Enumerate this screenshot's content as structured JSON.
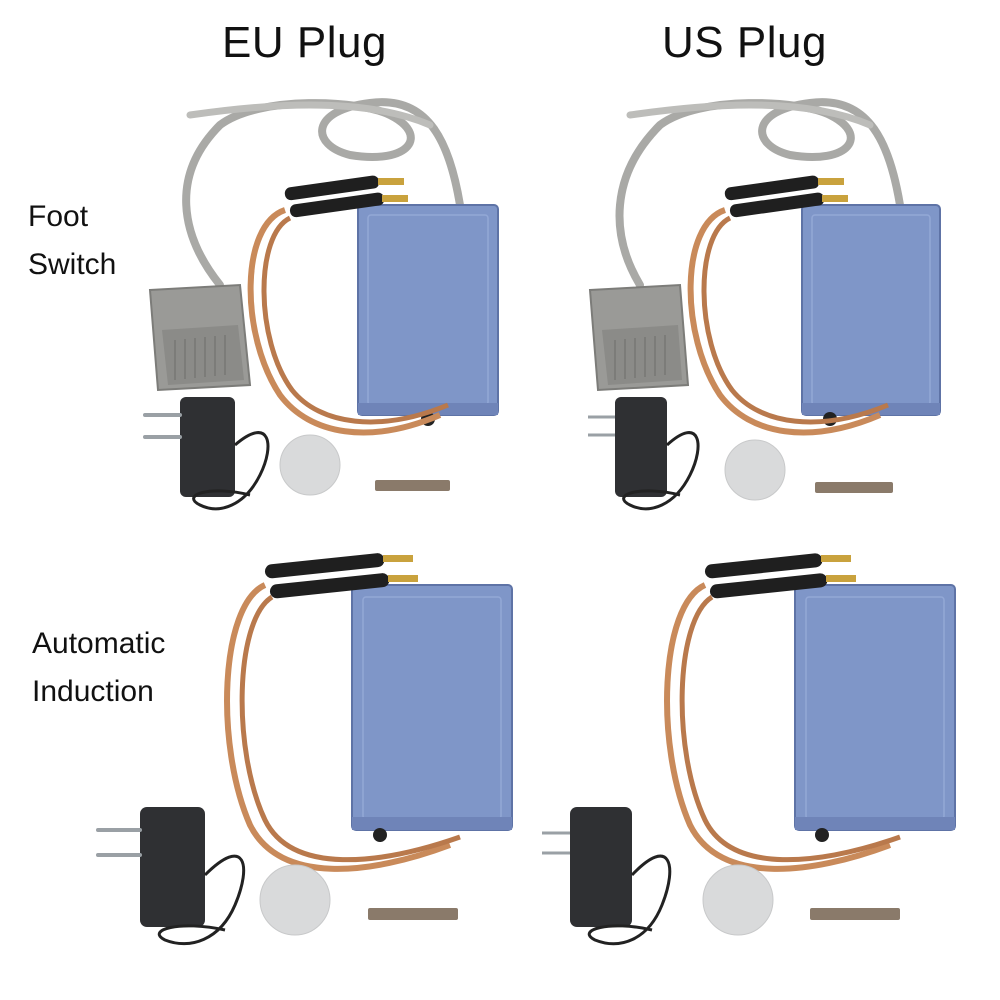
{
  "columns": [
    {
      "heading": "EU Plug"
    },
    {
      "heading": "US Plug"
    }
  ],
  "rows": [
    {
      "label_lines": [
        "Foot",
        "Switch"
      ],
      "has_pedal": true
    },
    {
      "label_lines": [
        "Automatic",
        "Induction"
      ],
      "has_pedal": false
    }
  ],
  "colors": {
    "welder_body": "#7f96c8",
    "welder_edge": "#5e73a6",
    "copper_cable": "#c98a5a",
    "cable_gray": "#a9a9a6",
    "pedal": "#9a9a97",
    "adapter": "#2f3033",
    "nickel_strip": "#8a7a6a",
    "sanding_disc": "#d9dadb"
  }
}
